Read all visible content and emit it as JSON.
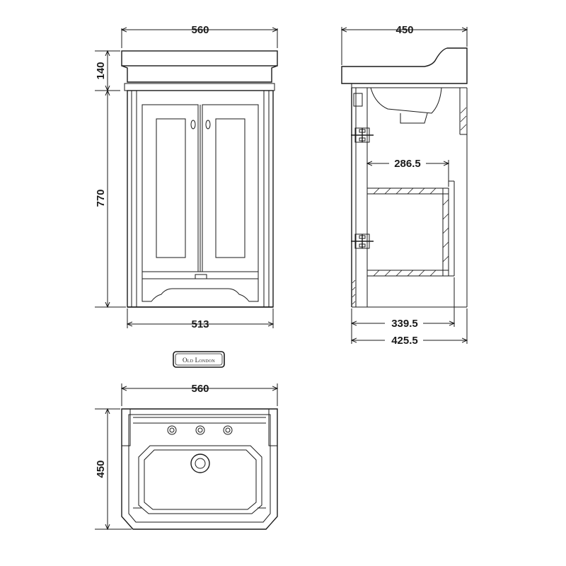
{
  "front_view": {
    "width_top": "560",
    "height_basin": "140",
    "height_cabinet": "770",
    "width_bottom": "513"
  },
  "side_view": {
    "depth_top": "450",
    "inner_shelf": "286.5",
    "depth_cabinet": "339.5",
    "depth_total": "425.5"
  },
  "top_view": {
    "width": "560",
    "depth": "450"
  },
  "logo": {
    "text": "Old London"
  }
}
